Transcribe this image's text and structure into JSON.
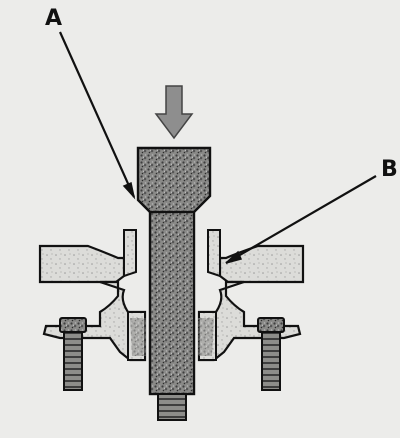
{
  "callouts": {
    "a": "A",
    "b": "B"
  },
  "colors": {
    "background": "#ececea",
    "ink": "#111111",
    "metal": "#d9d9d6",
    "speckle": "#6e6e6e",
    "arrow_fill": "#8e8e8e"
  },
  "parts": [
    "press-arrow-icon",
    "press-tool",
    "hub-shaft",
    "hub-flange",
    "wheel-bolt-left",
    "wheel-bolt-right",
    "threaded-stub"
  ]
}
